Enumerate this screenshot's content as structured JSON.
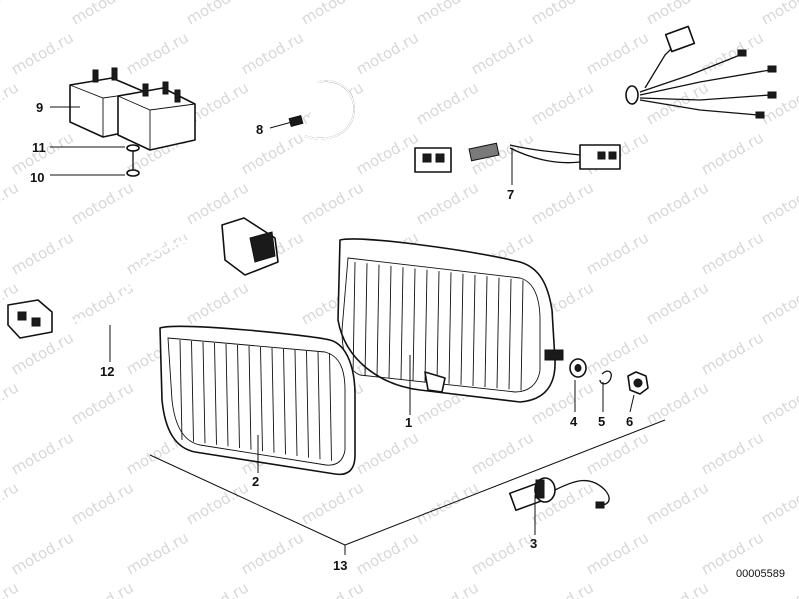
{
  "watermark": "motod.ru",
  "drawing_code": "00005589",
  "callouts": [
    "1",
    "2",
    "3",
    "4",
    "5",
    "6",
    "7",
    "8",
    "9",
    "10",
    "11",
    "12",
    "13"
  ]
}
